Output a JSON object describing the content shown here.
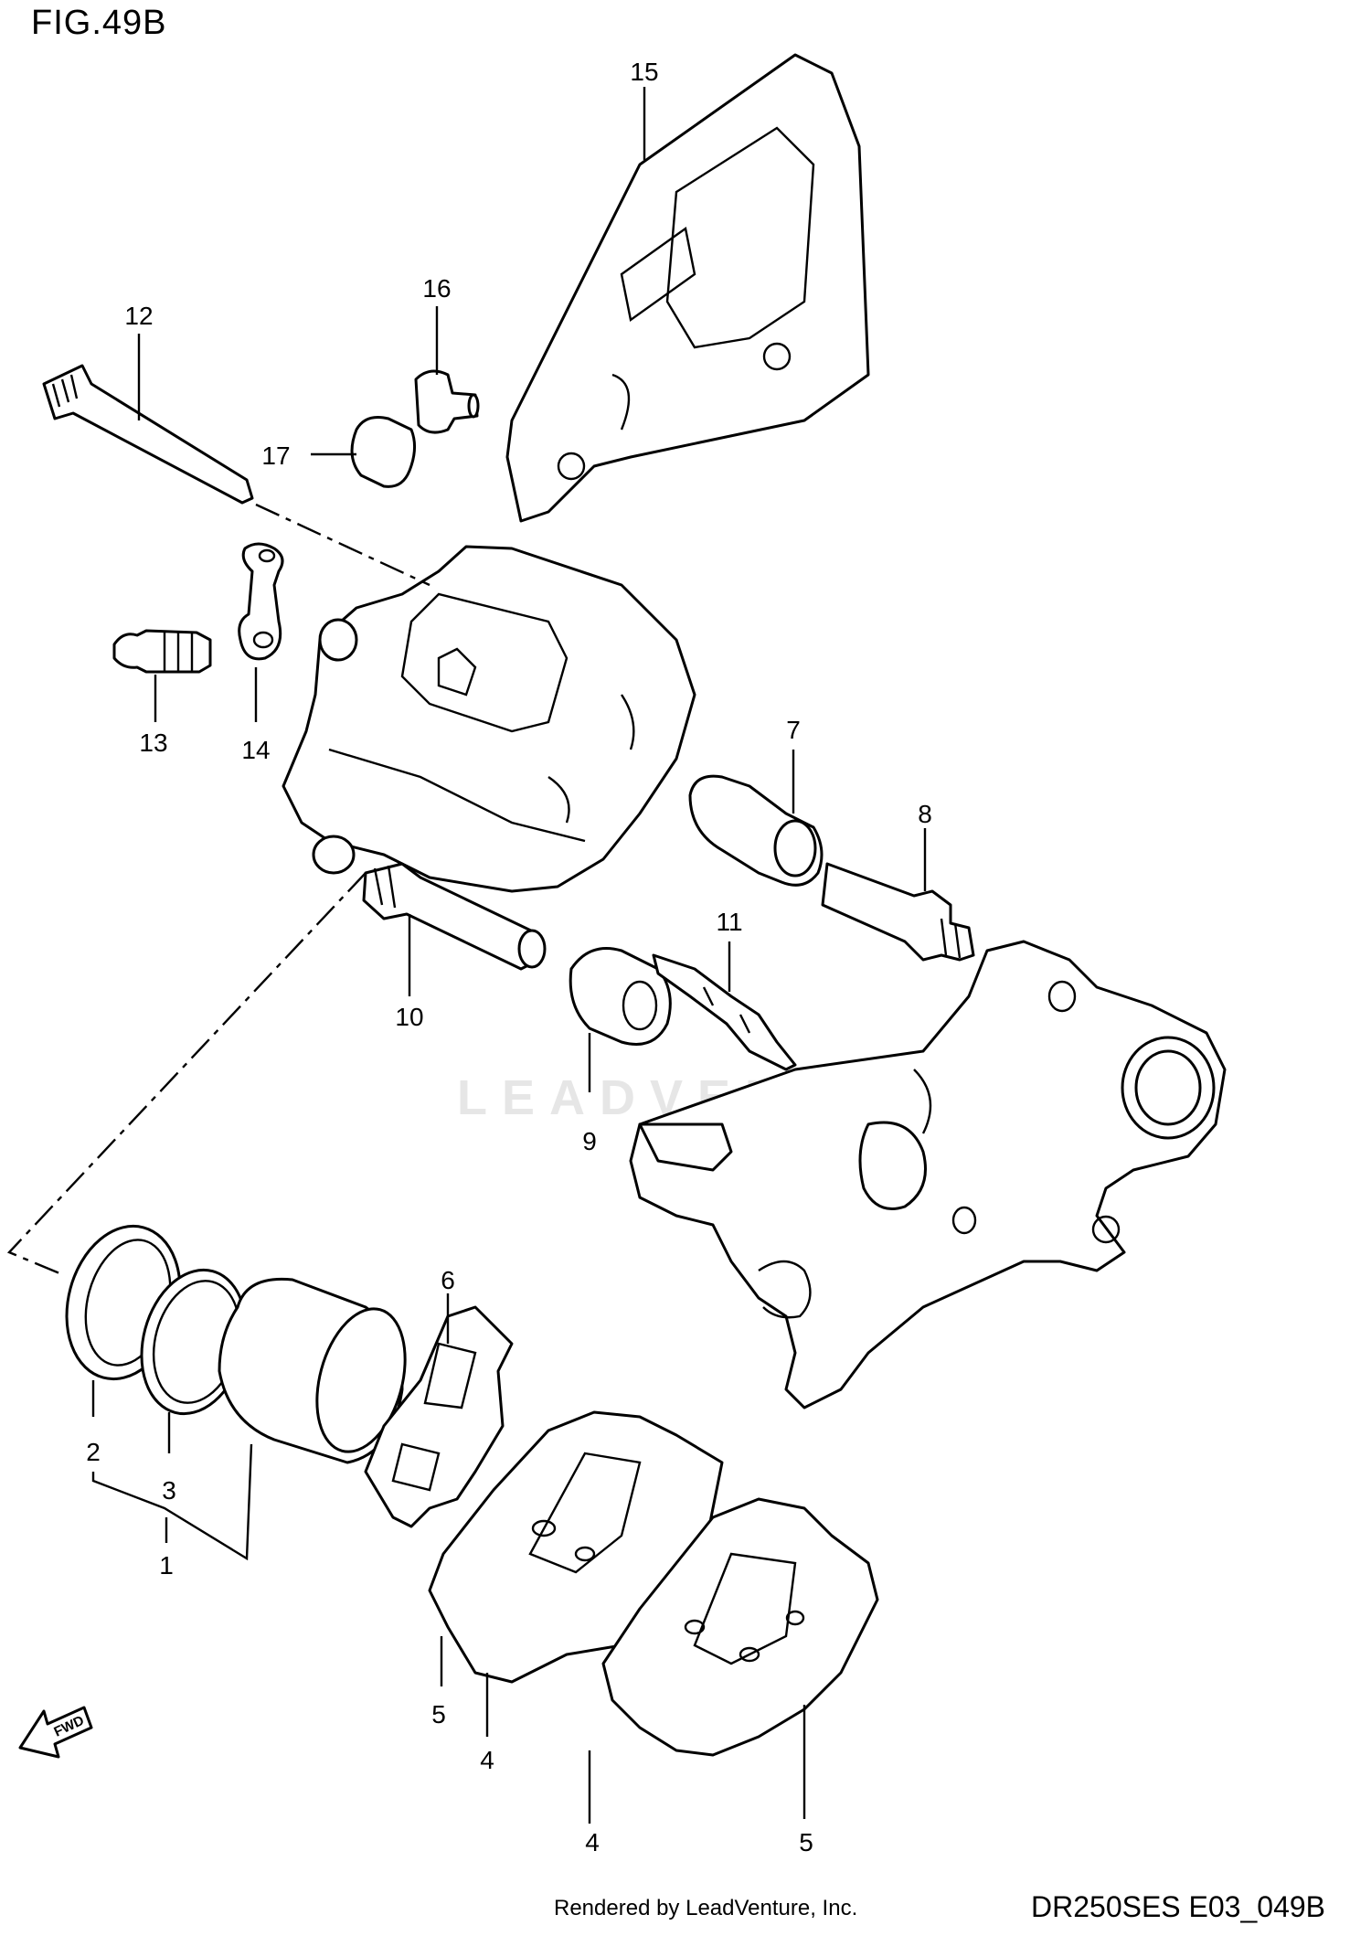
{
  "figure_title": "FIG.49B",
  "watermark": "LEADVENTURE",
  "footer": {
    "credit": "Rendered by LeadVenture, Inc.",
    "code": "DR250SES E03_049B"
  },
  "fwd_label": "FWD",
  "callouts": {
    "c1": "1",
    "c2": "2",
    "c3": "3",
    "c4a": "4",
    "c4b": "4",
    "c5a": "5",
    "c5b": "5",
    "c6": "6",
    "c7": "7",
    "c8": "8",
    "c9": "9",
    "c10": "10",
    "c11": "11",
    "c12": "12",
    "c13": "13",
    "c14": "14",
    "c15": "15",
    "c16": "16",
    "c17": "17"
  }
}
